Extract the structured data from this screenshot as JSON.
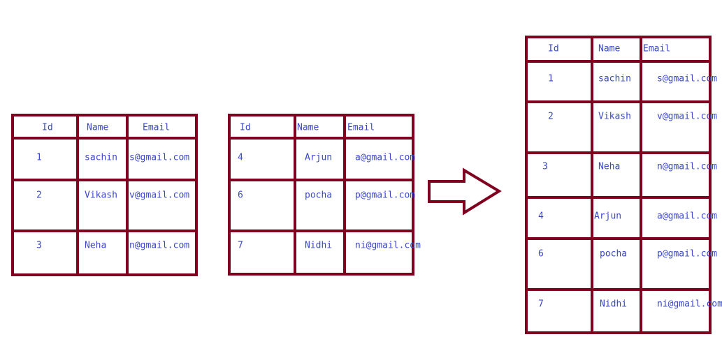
{
  "colors": {
    "border": "#800020",
    "text": "#3a48c8",
    "background": "#ffffff"
  },
  "table_a": {
    "headers": [
      "Id",
      "Name",
      "Email"
    ],
    "rows": [
      [
        "1",
        "sachin",
        "s@gmail.com"
      ],
      [
        "2",
        "Vikash",
        "v@gmail.com"
      ],
      [
        "3",
        "Neha",
        "n@gmail.com"
      ]
    ]
  },
  "table_b": {
    "headers": [
      "Id",
      "Name",
      "Email"
    ],
    "rows": [
      [
        "4",
        "Arjun",
        "a@gmail.com"
      ],
      [
        "6",
        "pocha",
        "p@gmail.com"
      ],
      [
        "7",
        "Nidhi",
        "ni@gmail.com"
      ]
    ]
  },
  "table_result": {
    "headers": [
      "Id",
      "Name",
      "Email"
    ],
    "rows": [
      [
        "1",
        "sachin",
        "s@gmail.com"
      ],
      [
        "2",
        "Vikash",
        "v@gmail.com"
      ],
      [
        "3",
        "Neha",
        "n@gmail.com"
      ],
      [
        "4",
        "Arjun",
        "a@gmail.com"
      ],
      [
        "6",
        "pocha",
        "p@gmail.com"
      ],
      [
        "7",
        "Nidhi",
        "ni@gmail.com"
      ]
    ]
  },
  "arrow": {
    "icon": "right-arrow-icon"
  }
}
